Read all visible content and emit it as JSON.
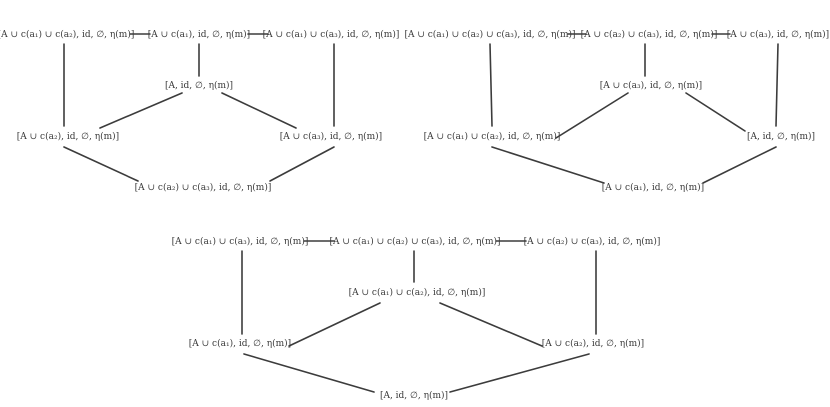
{
  "diagrams": [
    {
      "nodes": [
        "[A ∪ c(a₁) ∪ c(a₂), id, ∅, η(m)]",
        "[A ∪ c(a₁), id, ∅, η(m)]",
        "[A ∪ c(a₁) ∪ c(a₃), id, ∅, η(m)]",
        "[A, id, ∅, η(m)]",
        "[A ∪ c(a₂), id, ∅, η(m)]",
        "[A ∪ c(a₃), id, ∅, η(m)]",
        "[A ∪ c(a₂) ∪ c(a₃), id, ∅, η(m)]"
      ]
    },
    {
      "nodes": [
        "[A ∪ c(a₁) ∪ c(a₂) ∪ c(a₃), id, ∅, η(m)]",
        "[A ∪ c(a₂) ∪ c(a₃), id, ∅, η(m)]",
        "[A ∪ c(a₃), id, ∅, η(m)]",
        "[A ∪ c(a₃), id, ∅, η(m)]",
        "[A ∪ c(a₁) ∪ c(a₂), id, ∅, η(m)]",
        "[A, id, ∅, η(m)]",
        "[A ∪ c(a₁), id, ∅, η(m)]"
      ]
    },
    {
      "nodes": [
        "[A ∪ c(a₁) ∪ c(a₃), id, ∅, η(m)]",
        "[A ∪ c(a₁) ∪ c(a₂) ∪ c(a₃), id, ∅, η(m)]",
        "[A ∪ c(a₂) ∪ c(a₃), id, ∅, η(m)]",
        "[A ∪ c(a₁) ∪ c(a₂), id, ∅, η(m)]",
        "[A ∪ c(a₁), id, ∅, η(m)]",
        "[A ∪ c(a₂), id, ∅, η(m)]",
        "[A, id, ∅, η(m)]"
      ]
    }
  ]
}
